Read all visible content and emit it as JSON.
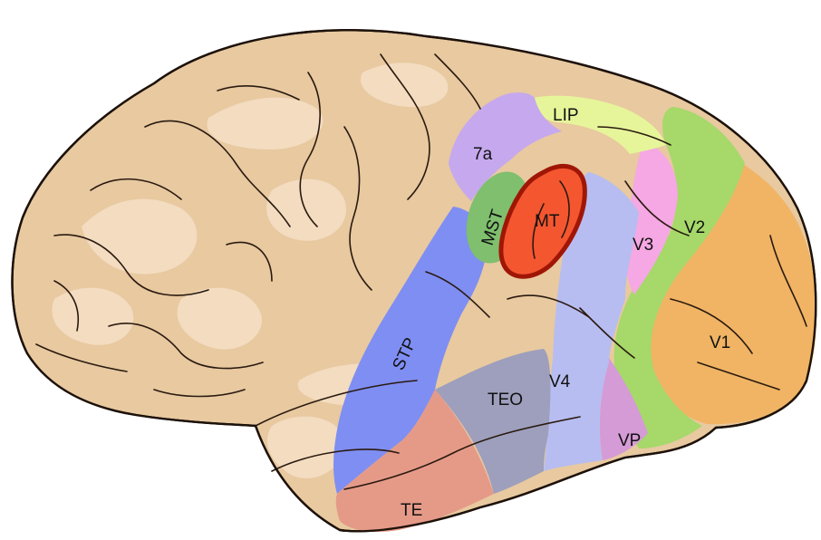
{
  "colors": {
    "cortex": "#e8c9a0",
    "cortex_light": "#f3dcc0",
    "LIP": "#e6f59a",
    "7a": "#c6a8ee",
    "MST": "#7fbf6e",
    "MT": "#f4562f",
    "MT_border": "#a01606",
    "V1": "#f0b464",
    "V2": "#a6d86a",
    "V3": "#f5a8e3",
    "V4": "#b7bdf0",
    "VP": "#d59bd6",
    "STP": "#7f8ef2",
    "TEO": "#9d9fbc",
    "TE": "#e59a88"
  },
  "labels": {
    "LIP": "LIP",
    "a7": "7a",
    "MST": "MST",
    "MT": "MT",
    "V3": "V3",
    "V2": "V2",
    "V1": "V1",
    "STP": "STP",
    "V4": "V4",
    "TEO": "TEO",
    "VP": "VP",
    "TE": "TE"
  }
}
